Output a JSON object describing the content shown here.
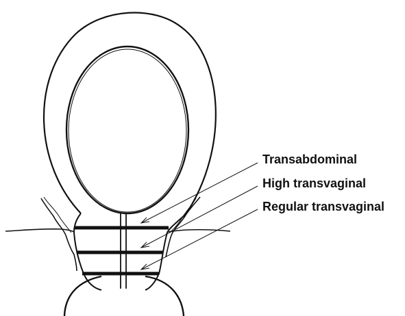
{
  "labels": {
    "transabdominal": "Transabdominal",
    "high_transvaginal": "High transvaginal",
    "regular_transvaginal": "Regular transvaginal"
  },
  "colors": {
    "line": "#111111",
    "background": "#ffffff"
  }
}
